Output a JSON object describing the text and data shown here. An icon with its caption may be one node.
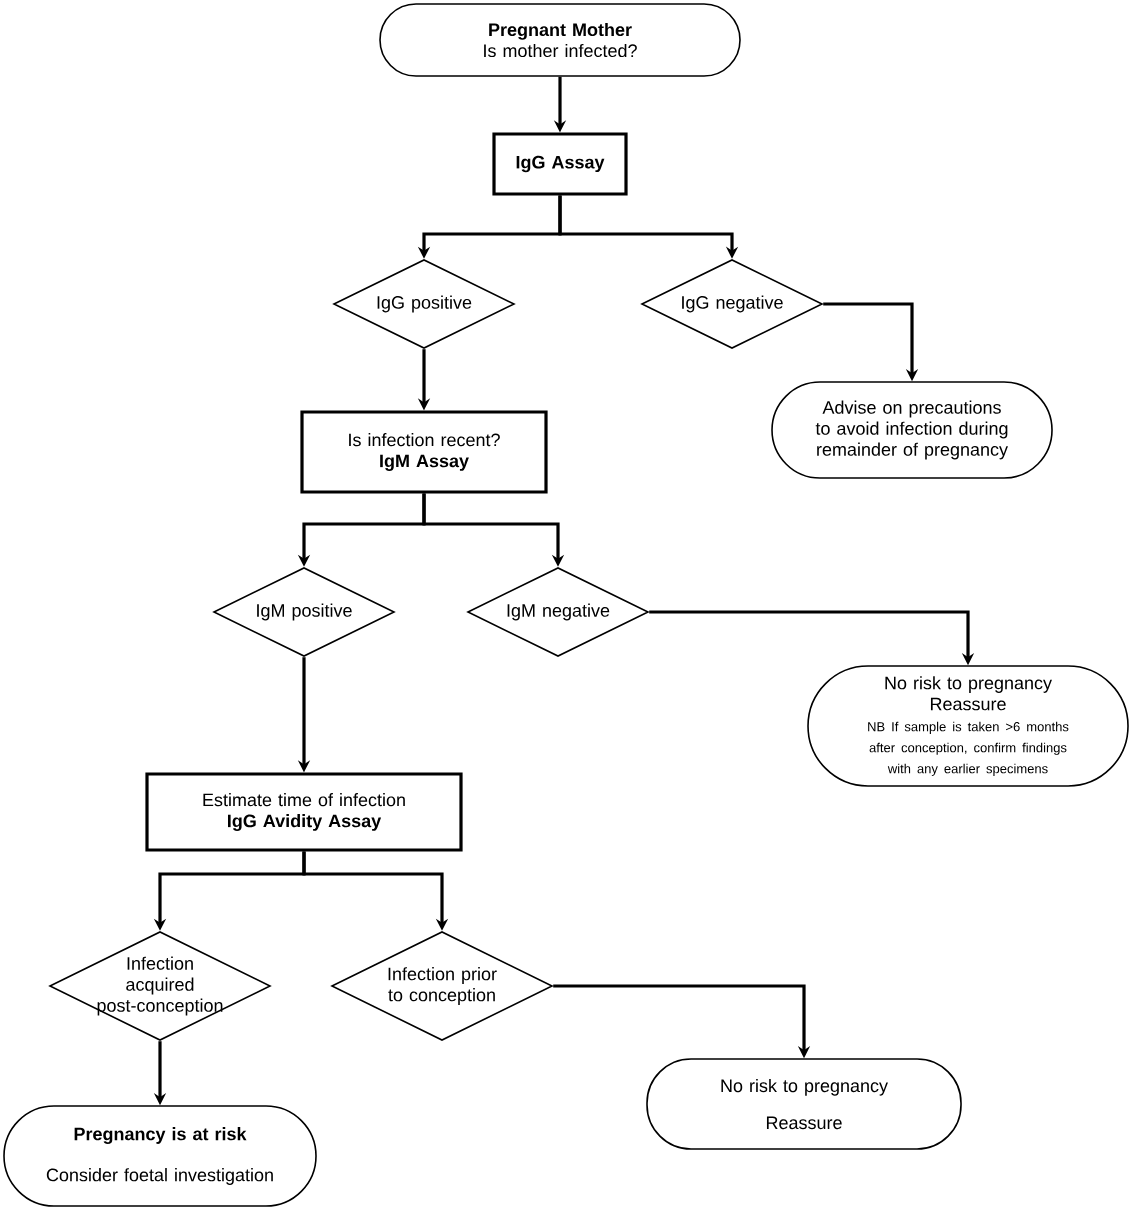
{
  "diagram": {
    "nodes": [
      {
        "text": [
          "Pregnant Mother",
          "Is mother infected?"
        ]
      },
      {
        "text": [
          "IgG Assay"
        ]
      },
      {
        "text": [
          "IgG positive"
        ]
      },
      {
        "text": [
          "IgG negative"
        ]
      },
      {
        "text": [
          "Advise on precautions to avoid infection during remainder of pregnancy"
        ]
      },
      {
        "text": [
          "Is infection recent?",
          "IgM Assay"
        ]
      },
      {
        "text": [
          "IgM positive"
        ]
      },
      {
        "text": [
          "IgM negative"
        ]
      },
      {
        "text": [
          "No risk to pregnancy",
          "Reassure",
          "NB If sample is taken >6 months after conception, confirm findings with any earlier specimens"
        ]
      },
      {
        "text": [
          "Estimate time of infection",
          "IgG Avidity Assay"
        ]
      },
      {
        "text": [
          "Infection acquired post-conception"
        ]
      },
      {
        "text": [
          "Infection prior to conception"
        ]
      },
      {
        "text": [
          "Pregnancy is at risk",
          "Consider foetal investigation"
        ]
      },
      {
        "text": [
          "No risk to pregnancy",
          "Reassure"
        ]
      }
    ],
    "edges": [
      {
        "from": 0,
        "to": 1,
        "arrow": "to"
      },
      {
        "from": 1,
        "to": 2,
        "arrow": "to"
      },
      {
        "from": 1,
        "to": 3,
        "arrow": "to"
      },
      {
        "from": 2,
        "to": 5,
        "arrow": "to"
      },
      {
        "from": 3,
        "to": 4,
        "arrow": "to"
      },
      {
        "from": 5,
        "to": 6,
        "arrow": "to"
      },
      {
        "from": 5,
        "to": 7,
        "arrow": "to"
      },
      {
        "from": 7,
        "to": 8,
        "arrow": "to"
      },
      {
        "from": 6,
        "to": 9,
        "arrow": "to"
      },
      {
        "from": 9,
        "to": 10,
        "arrow": "to"
      },
      {
        "from": 9,
        "to": 11,
        "arrow": "to"
      },
      {
        "from": 10,
        "to": 12,
        "arrow": "to"
      },
      {
        "from": 11,
        "to": 13,
        "arrow": "to"
      }
    ]
  }
}
